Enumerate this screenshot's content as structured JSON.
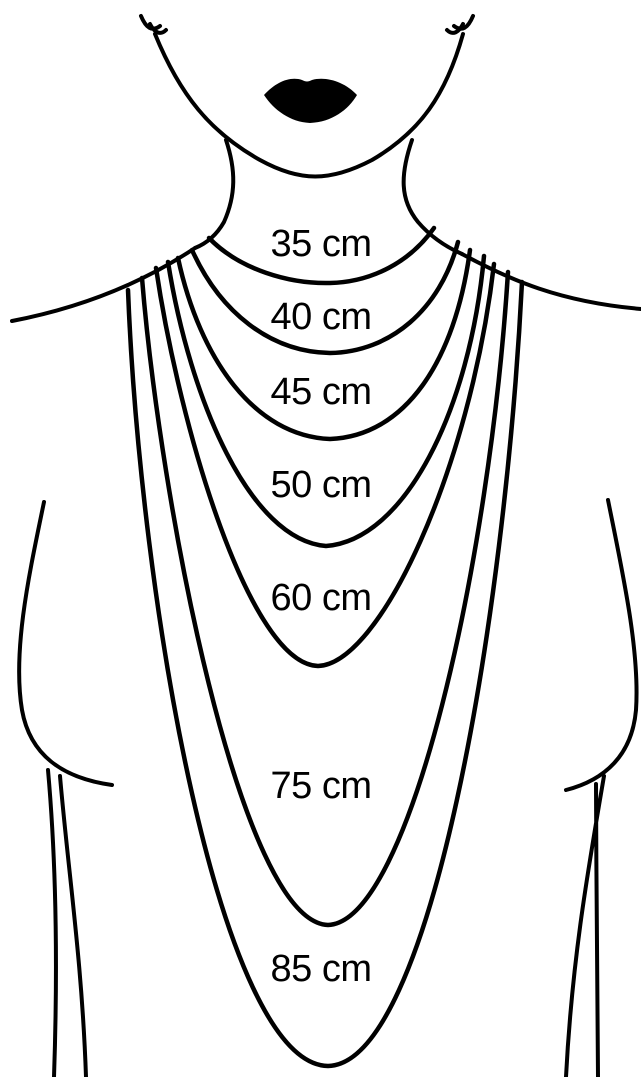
{
  "chart": {
    "description_units": "cm",
    "lengths": [
      {
        "id": "35",
        "label": "35 cm"
      },
      {
        "id": "40",
        "label": "40 cm"
      },
      {
        "id": "45",
        "label": "45 cm"
      },
      {
        "id": "50",
        "label": "50 cm"
      },
      {
        "id": "60",
        "label": "60 cm"
      },
      {
        "id": "75",
        "label": "75 cm"
      },
      {
        "id": "85",
        "label": "85 cm"
      }
    ]
  },
  "colors": {
    "line": "#000000",
    "background": "#ffffff"
  }
}
